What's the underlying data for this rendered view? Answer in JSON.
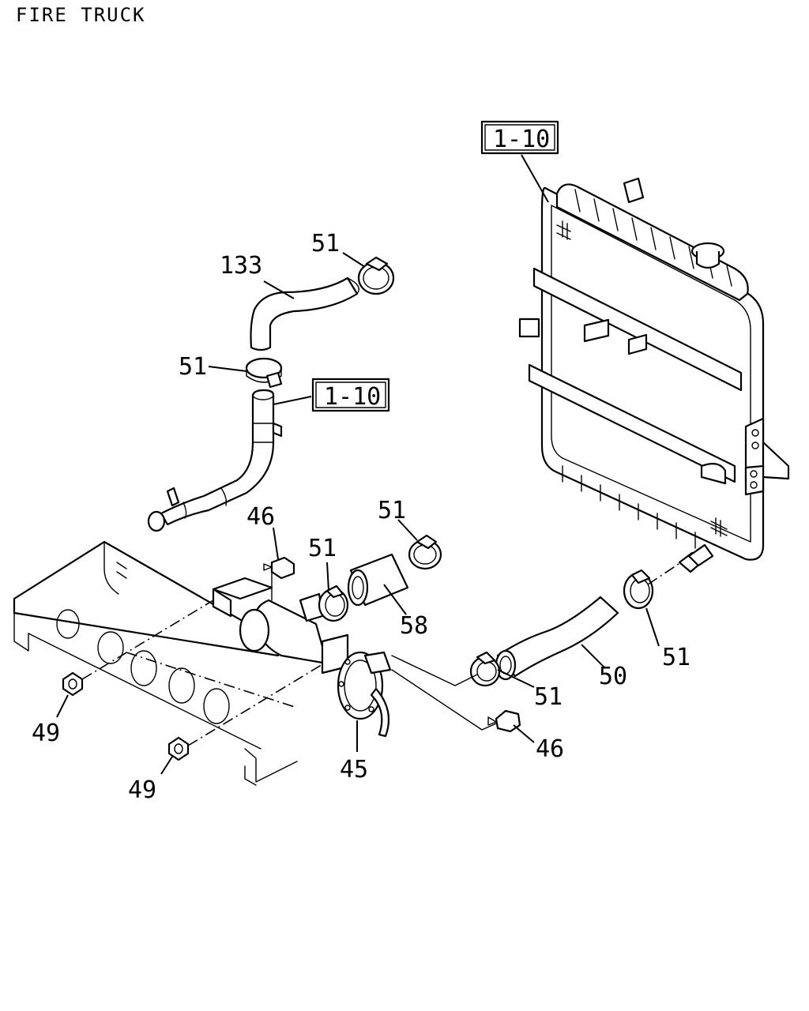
{
  "header": {
    "title": "FIRE TRUCK"
  },
  "callouts": {
    "ref_top": "1-10",
    "ref_mid": "1-10",
    "c51_top": "51",
    "c133": "133",
    "c51_mid": "51",
    "c46_top": "46",
    "c51_center_left": "51",
    "c51_center_right": "51",
    "c58": "58",
    "c51_right": "51",
    "c50": "50",
    "c51_lower": "51",
    "c46_lower": "46",
    "c45": "45",
    "c49_left": "49",
    "c49_lower": "49"
  }
}
